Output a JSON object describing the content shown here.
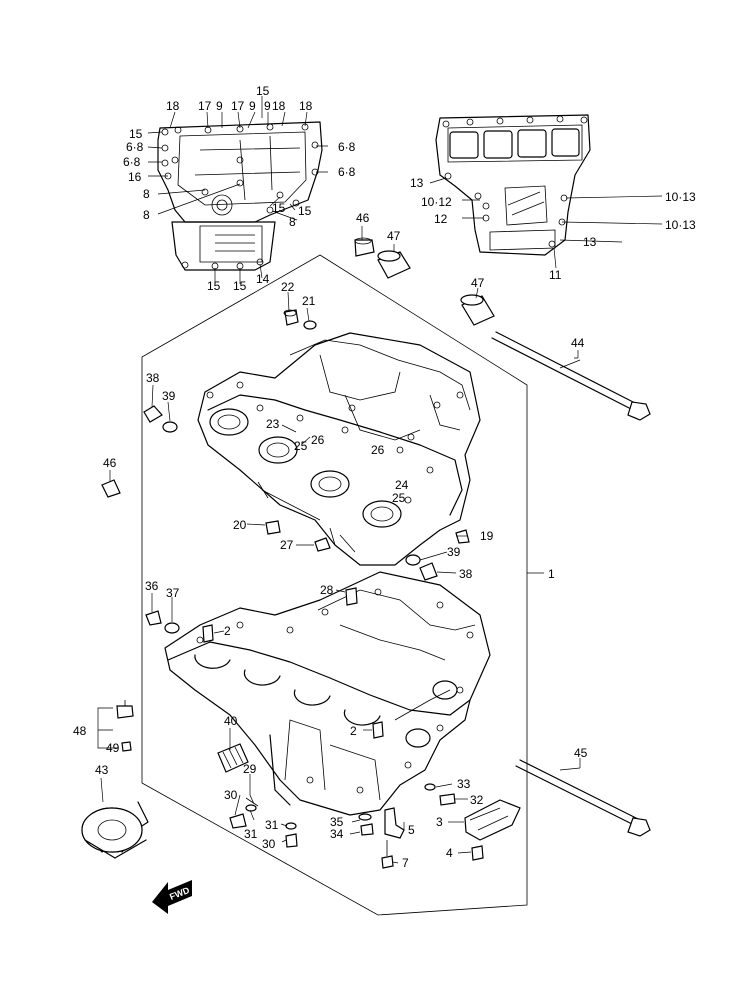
{
  "labels": {
    "top_left": [
      "15",
      "18",
      "17",
      "9",
      "17",
      "9",
      "9",
      "18",
      "18",
      "15",
      "6·8",
      "6·8",
      "16",
      "6·8",
      "6·8",
      "8",
      "8",
      "15",
      "15",
      "8",
      "15",
      "15",
      "14"
    ],
    "top_right": [
      "13",
      "10·12",
      "12",
      "10·13",
      "10·13",
      "13",
      "11"
    ],
    "main": [
      "46",
      "47",
      "47",
      "22",
      "21",
      "44",
      "38",
      "39",
      "23",
      "25",
      "26",
      "26",
      "24",
      "25",
      "46",
      "20",
      "19",
      "27",
      "39",
      "38",
      "1",
      "28",
      "36",
      "37",
      "2",
      "48",
      "49",
      "40",
      "2",
      "45",
      "43",
      "29",
      "33",
      "32",
      "30",
      "31",
      "31",
      "35",
      "34",
      "3",
      "5",
      "30",
      "4",
      "7"
    ]
  },
  "fwd_arrow_text": "FWD",
  "colors": {
    "line": "#000000",
    "background": "#ffffff"
  }
}
